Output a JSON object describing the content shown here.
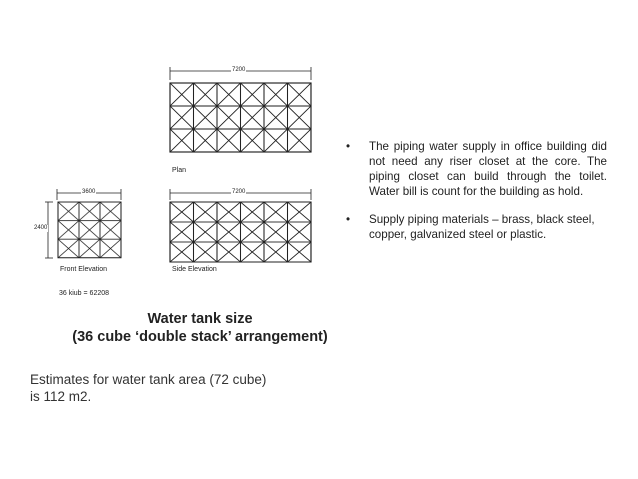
{
  "drawing": {
    "plan_label": "Plan",
    "plan_width_dim": "7200",
    "front_label": "Front Elevation",
    "front_width_dim": "3600",
    "front_height_dim": "2400",
    "side_label": "Side Elevation",
    "side_width_dim": "7200",
    "formula": "36 kiub = 62208"
  },
  "caption": {
    "line1": "Water tank size",
    "line2": "(36 cube ‘double stack’ arrangement)"
  },
  "estimate": {
    "line1": "Estimates for water tank area (72 cube)",
    "line2": "is 112 m2."
  },
  "bullets": [
    "The piping water supply in office building did not need any riser closet at the core. The piping closet can build through the toilet. Water bill is count for the building as hold.",
    "Supply piping materials – brass, black steel, copper, galvanized steel or plastic."
  ],
  "bullet_symbol": "•"
}
